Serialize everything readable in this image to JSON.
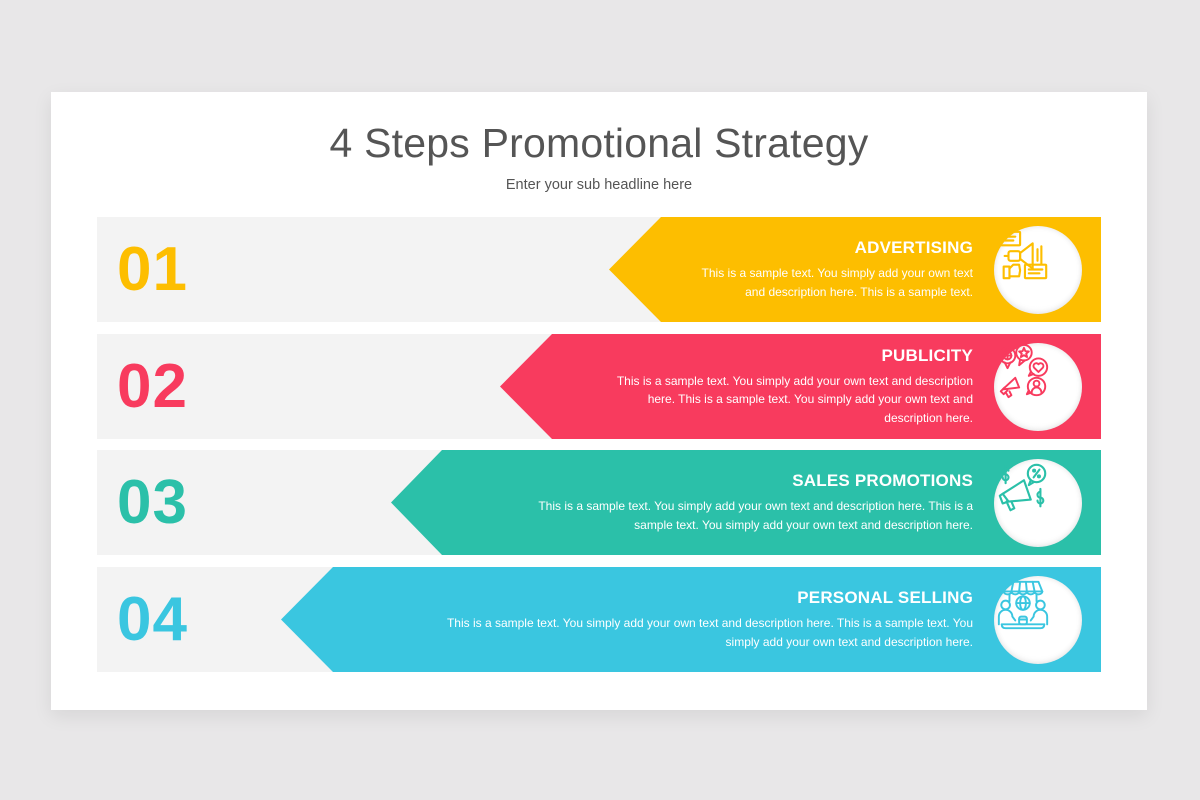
{
  "slide": {
    "title": "4 Steps Promotional Strategy",
    "subtitle": "Enter your sub headline here"
  },
  "steps": [
    {
      "number": "01",
      "heading": "ADVERTISING",
      "description_lines": [
        "This is a sample text. You simply add your own text",
        "and description here. This is a sample text."
      ],
      "color": "#FDBE00",
      "icon": "advertising-icon"
    },
    {
      "number": "02",
      "heading": "PUBLICITY",
      "description_lines": [
        "This is a sample text. You simply add your own text and description",
        "here. This is a sample text. You simply add your own text and",
        "description here."
      ],
      "color": "#F83B5E",
      "icon": "publicity-icon"
    },
    {
      "number": "03",
      "heading": "SALES PROMOTIONS",
      "description_lines": [
        "This is a sample text. You simply add your own text and description here. This is a",
        "sample text. You simply add your own text and description here."
      ],
      "color": "#2BC0A9",
      "icon": "sales-promotion-icon"
    },
    {
      "number": "04",
      "heading": "PERSONAL SELLING",
      "description_lines": [
        "This is a sample text. You simply add your own text and description here. This is a sample text. You",
        "simply add your own text and description here."
      ],
      "color": "#3AC6E0",
      "icon": "personal-selling-icon"
    }
  ],
  "colors": {
    "background": "#E8E7E8",
    "slide": "#FFFFFF",
    "row_background": "#F3F3F3",
    "title_text": "#555555"
  }
}
